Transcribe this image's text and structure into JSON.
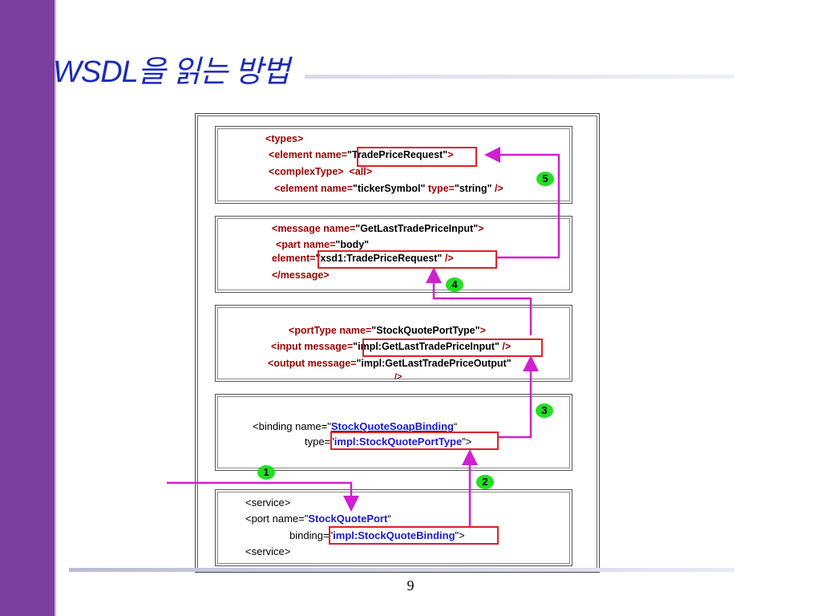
{
  "slide": {
    "title": "WSDL을 읽는 방법",
    "page_number": "9"
  },
  "types_panel": {
    "line1_tag": "types",
    "line2_tag": "element name",
    "line2_value": "TradePriceRequest",
    "line3_tag": "complexType",
    "line3_tag2": "all",
    "line4_tag": "element name",
    "line4_value": "tickerSymbol",
    "line4_attr": "type",
    "line4_attr_value": "string"
  },
  "message_panel": {
    "line1_tag": "message name",
    "line1_value": "GetLastTradePriceInput",
    "line2_tag": "part name",
    "line2_value": "body",
    "line3_attr": "element",
    "line3_value": "xsd1:TradePriceRequest",
    "line4_tag": "message"
  },
  "porttype_panel": {
    "line1_tag": "portType name",
    "line1_value": "StockQuotePortType",
    "line2_tag": "input message",
    "line2_value": "impl:GetLastTradePriceInput",
    "line3_tag": "output message",
    "line3_value": "impl:GetLastTradePriceOutput",
    "line4": "/>"
  },
  "binding_panel": {
    "line1_tag": "binding name",
    "line1_value": "StockQuoteSoapBinding",
    "line2_attr": "type",
    "line2_value": "impl:StockQuotePortType"
  },
  "service_panel": {
    "line1_tag": "service",
    "line2_tag": "port name",
    "line2_value": "StockQuotePort",
    "line3_attr": "binding",
    "line3_value": "impl:StockQuoteBinding",
    "line4_tag": "service"
  },
  "steps": [
    "1",
    "2",
    "3",
    "4",
    "5"
  ],
  "colors": {
    "sidebar": "#7b3fa0",
    "title": "#1c2bb8",
    "tag": "#9b0000",
    "link_value": "#1a1acc",
    "highlight_box": "#e0202a",
    "arrow": "#d020d0",
    "badge": "#22e022"
  }
}
